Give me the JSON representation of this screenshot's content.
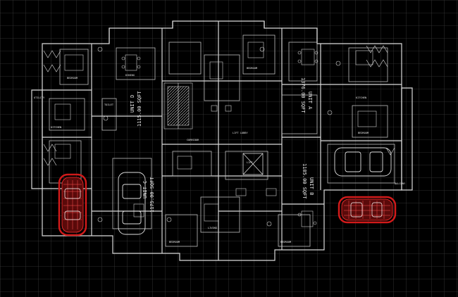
{
  "colors": {
    "background": "#000000",
    "grid": "#3a3a3a",
    "lines": "#d9d9d9",
    "car_red": "#d11a1a"
  },
  "units": [
    {
      "label": "UNIT A",
      "area": "1376.00 SQFT"
    },
    {
      "label": "UNIT B",
      "area": "1185.00 SQFT"
    },
    {
      "label": "UNIT C",
      "area": "1175.00 SQFT"
    },
    {
      "label": "UNIT D",
      "area": "1115.00 SQFT"
    }
  ],
  "rooms": {
    "bedroom": "BEDROOM",
    "kitchen": "KITCHEN",
    "living": "LIVING",
    "dining": "DINING",
    "toilet": "TOILET",
    "balcony": "BALCONY",
    "lift": "LIFT",
    "lobby": "LIFT LOBBY",
    "corridor": "CORRIDOR",
    "utility": "UTILITY"
  },
  "icons": [
    "car-icon",
    "stair-icon",
    "bed-icon",
    "dining-table-icon"
  ]
}
